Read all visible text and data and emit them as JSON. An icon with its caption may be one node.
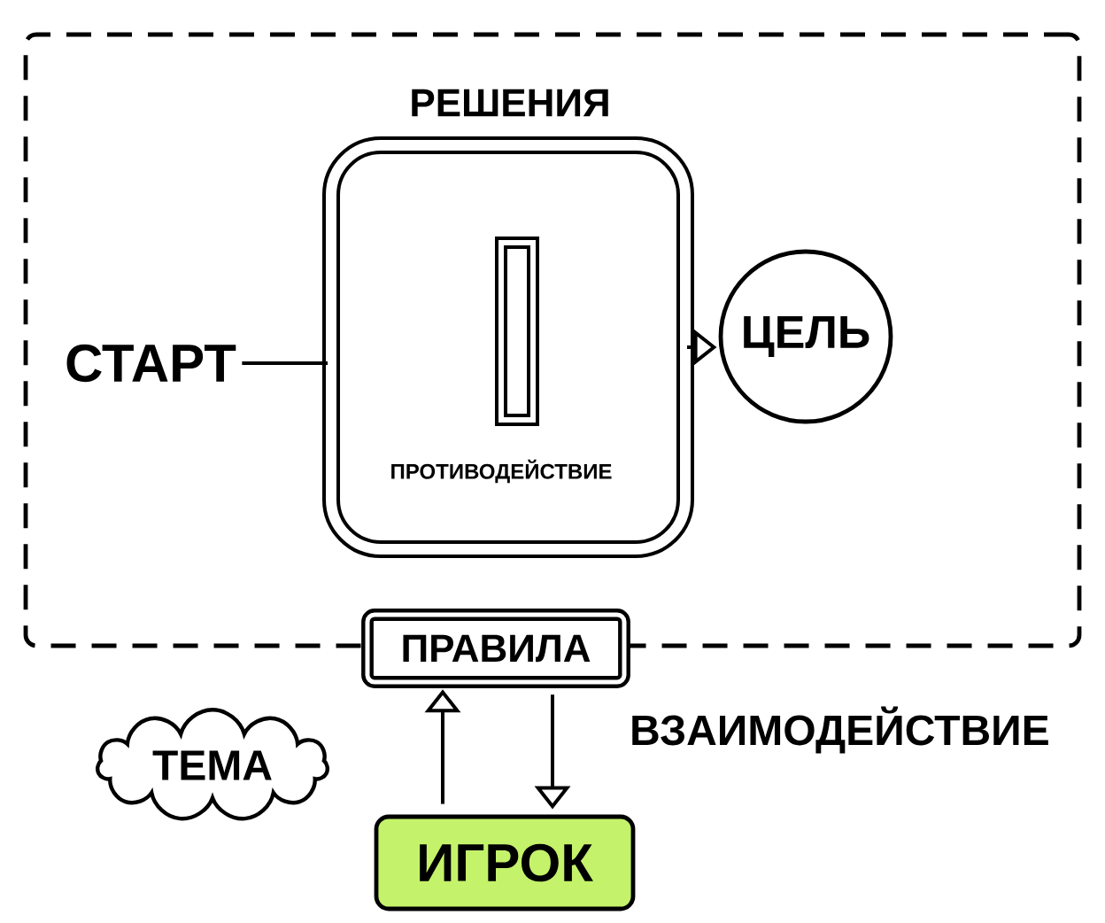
{
  "diagram": {
    "nodes": [
      {
        "text": [],
        "shape": "box"
      },
      {
        "text": [
          "СТАРТ"
        ],
        "in": 0
      },
      {
        "text": [
          "РЕШЕНИЯ",
          "ПРОТИВОДЕЙСТВИЕ"
        ],
        "in": 0
      },
      {
        "text": [],
        "shape": "bar",
        "in": 2
      },
      {
        "text": [
          "ЦЕЛЬ"
        ],
        "in": 0
      },
      {
        "text": [
          "ПРАВИЛА"
        ]
      },
      {
        "text": [
          "ТЕМА"
        ]
      },
      {
        "text": [
          "ИГРОК"
        ]
      }
    ],
    "edges": [
      {
        "from": 1,
        "to": 2,
        "arrow": "none"
      },
      {
        "from": 2,
        "to": 4,
        "arrow": "to"
      },
      {
        "from": 7,
        "to": 5,
        "arrow": "to"
      },
      {
        "from": 5,
        "to": 7,
        "arrow": "to"
      }
    ],
    "labels": [
      "ВЗАИМОДЕЙСТВИЕ"
    ]
  }
}
